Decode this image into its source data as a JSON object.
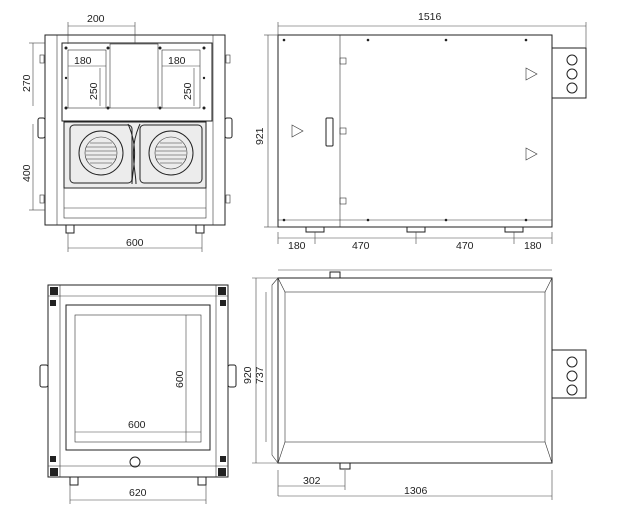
{
  "dimensions": {
    "front_top_width": "200",
    "front_top_height": "270",
    "front_opening_width_left": "180",
    "front_opening_width_right": "180",
    "front_opening_height_left": "250",
    "front_opening_height_right": "250",
    "front_fan_height": "400",
    "front_base_width": "600",
    "side_total_length": "1516",
    "side_height": "921",
    "side_seg_1": "180",
    "side_seg_2": "470",
    "side_seg_3": "470",
    "side_seg_4": "180",
    "rear_opening_width": "600",
    "rear_opening_height": "600",
    "rear_base_width": "620",
    "top_outer_width": "920",
    "top_inner_width": "737",
    "top_offset": "302",
    "top_length": "1306"
  }
}
